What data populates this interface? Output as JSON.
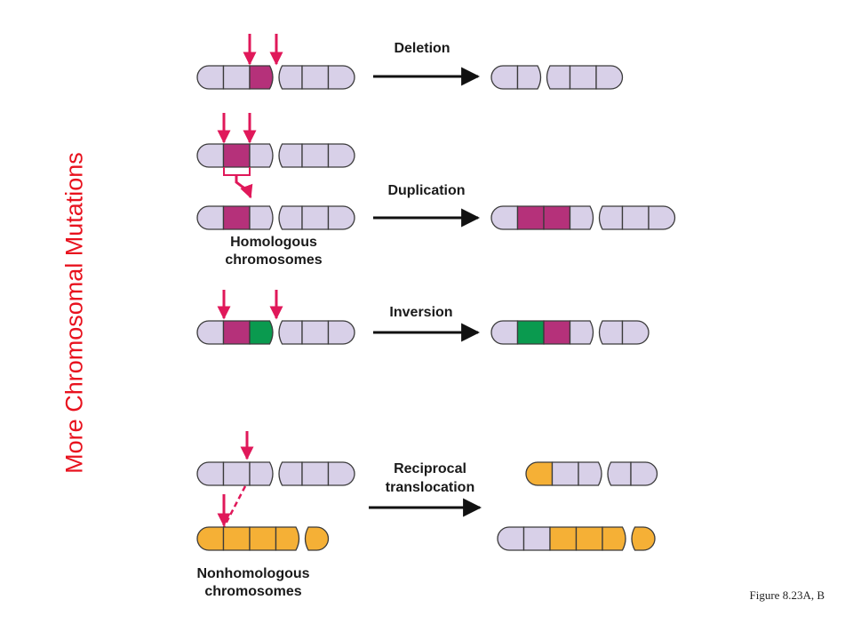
{
  "title": "More Chromosomal Mutations",
  "figure_ref": "Figure 8.23A, B",
  "colors": {
    "lavender": "#d8d0e8",
    "magenta": "#b5317a",
    "green": "#0a9a4f",
    "orange": "#f5b036",
    "arrow_pink": "#e0185a",
    "outline": "#3a3a3a"
  },
  "mutations": {
    "deletion": {
      "label": "Deletion"
    },
    "duplication": {
      "label": "Duplication",
      "note_line1": "Homologous",
      "note_line2": "chromosomes"
    },
    "inversion": {
      "label": "Inversion"
    },
    "translocation": {
      "label_line1": "Reciprocal",
      "label_line2": "translocation",
      "note_line1": "Nonhomologous",
      "note_line2": "chromosomes"
    }
  }
}
